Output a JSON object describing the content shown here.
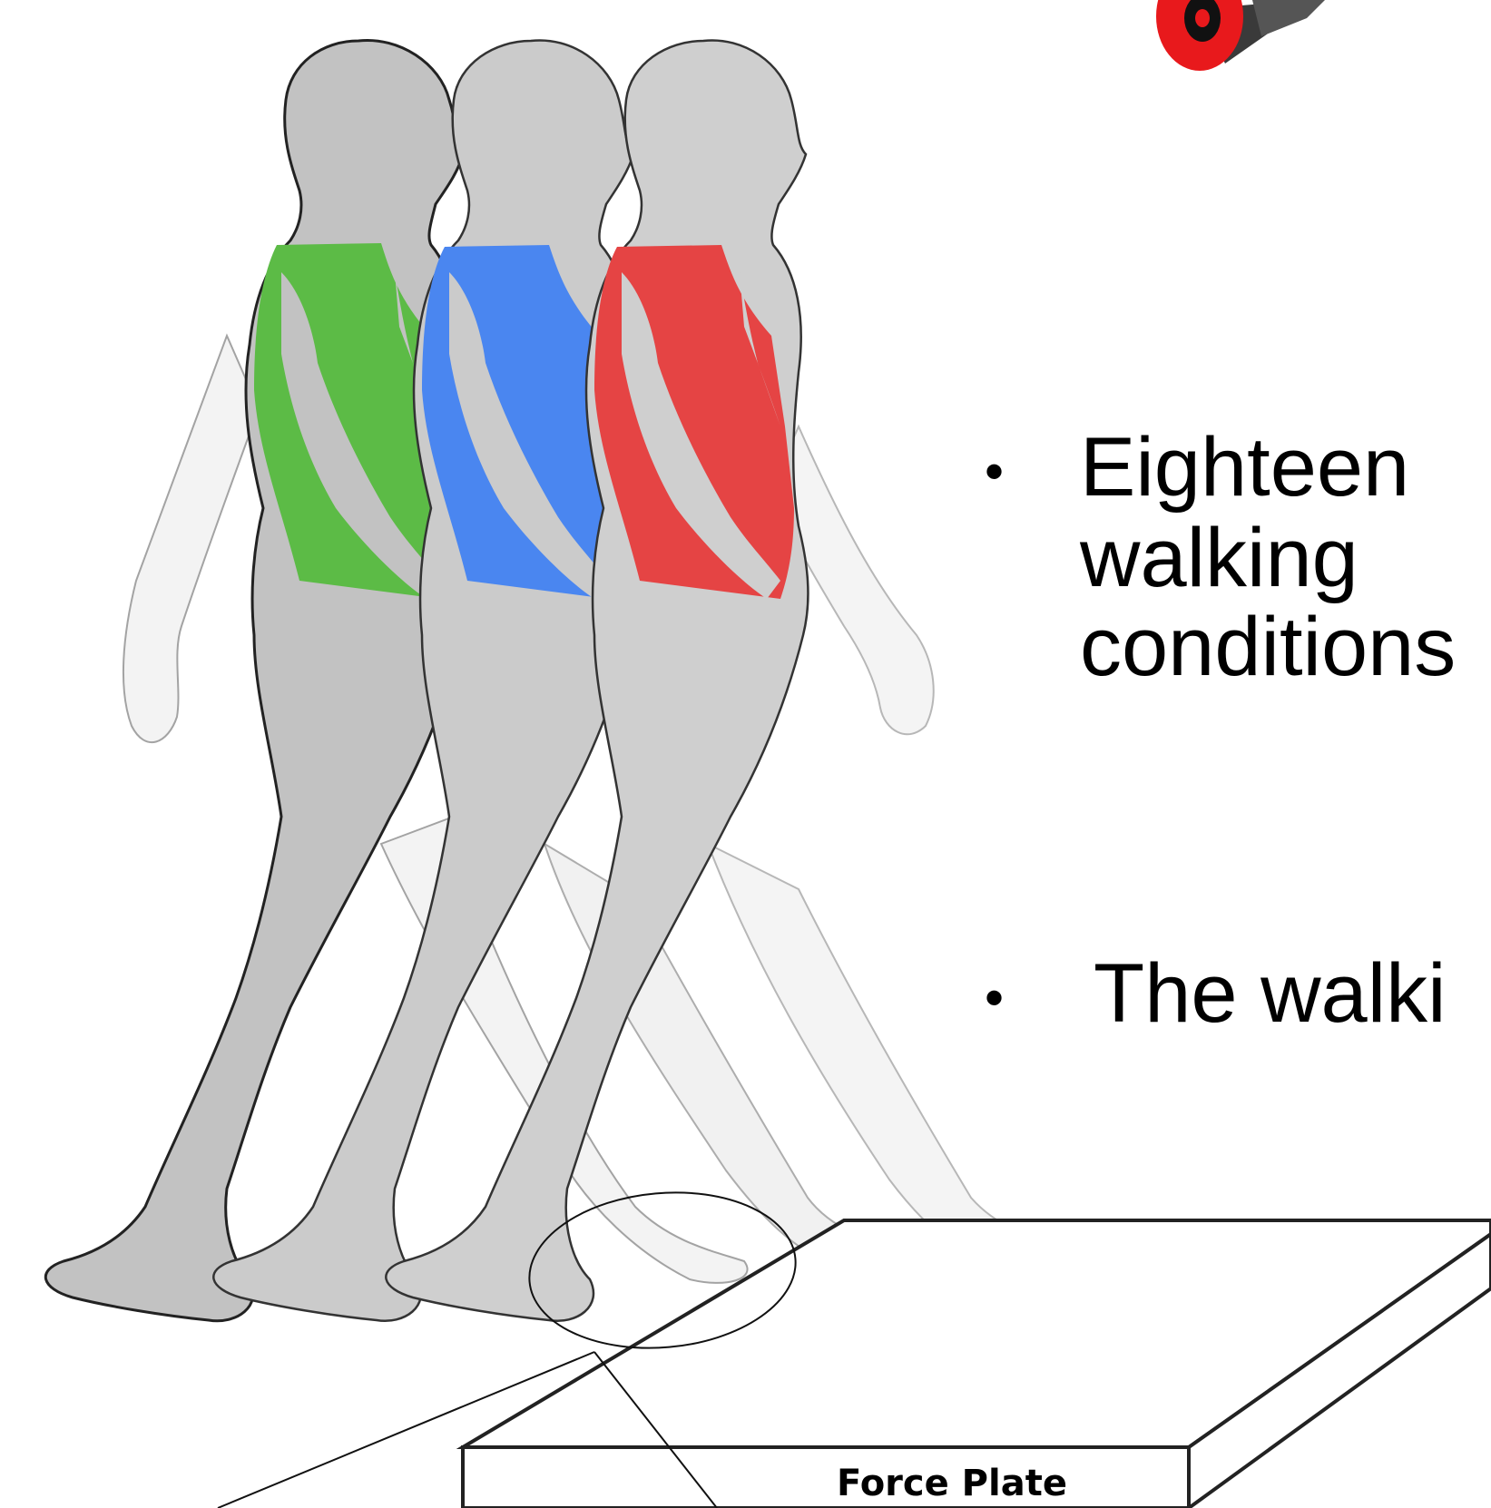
{
  "colors": {
    "figure_fill": "#c2c2c2",
    "figure_light": "#ebebeb",
    "green_vest": "#5cbb46",
    "blue_vest": "#4a86f0",
    "red_vest": "#e54444",
    "camera_red": "#e8191c",
    "camera_body": "#3a3a3a"
  },
  "bullets": [
    {
      "lines": [
        "Eighteen",
        "walking",
        "conditions"
      ]
    },
    {
      "lines": [
        "The walki"
      ]
    }
  ],
  "force_plate": {
    "label": "Force Plate"
  },
  "icons": [
    "camera-icon",
    "walking-figure-icon"
  ]
}
